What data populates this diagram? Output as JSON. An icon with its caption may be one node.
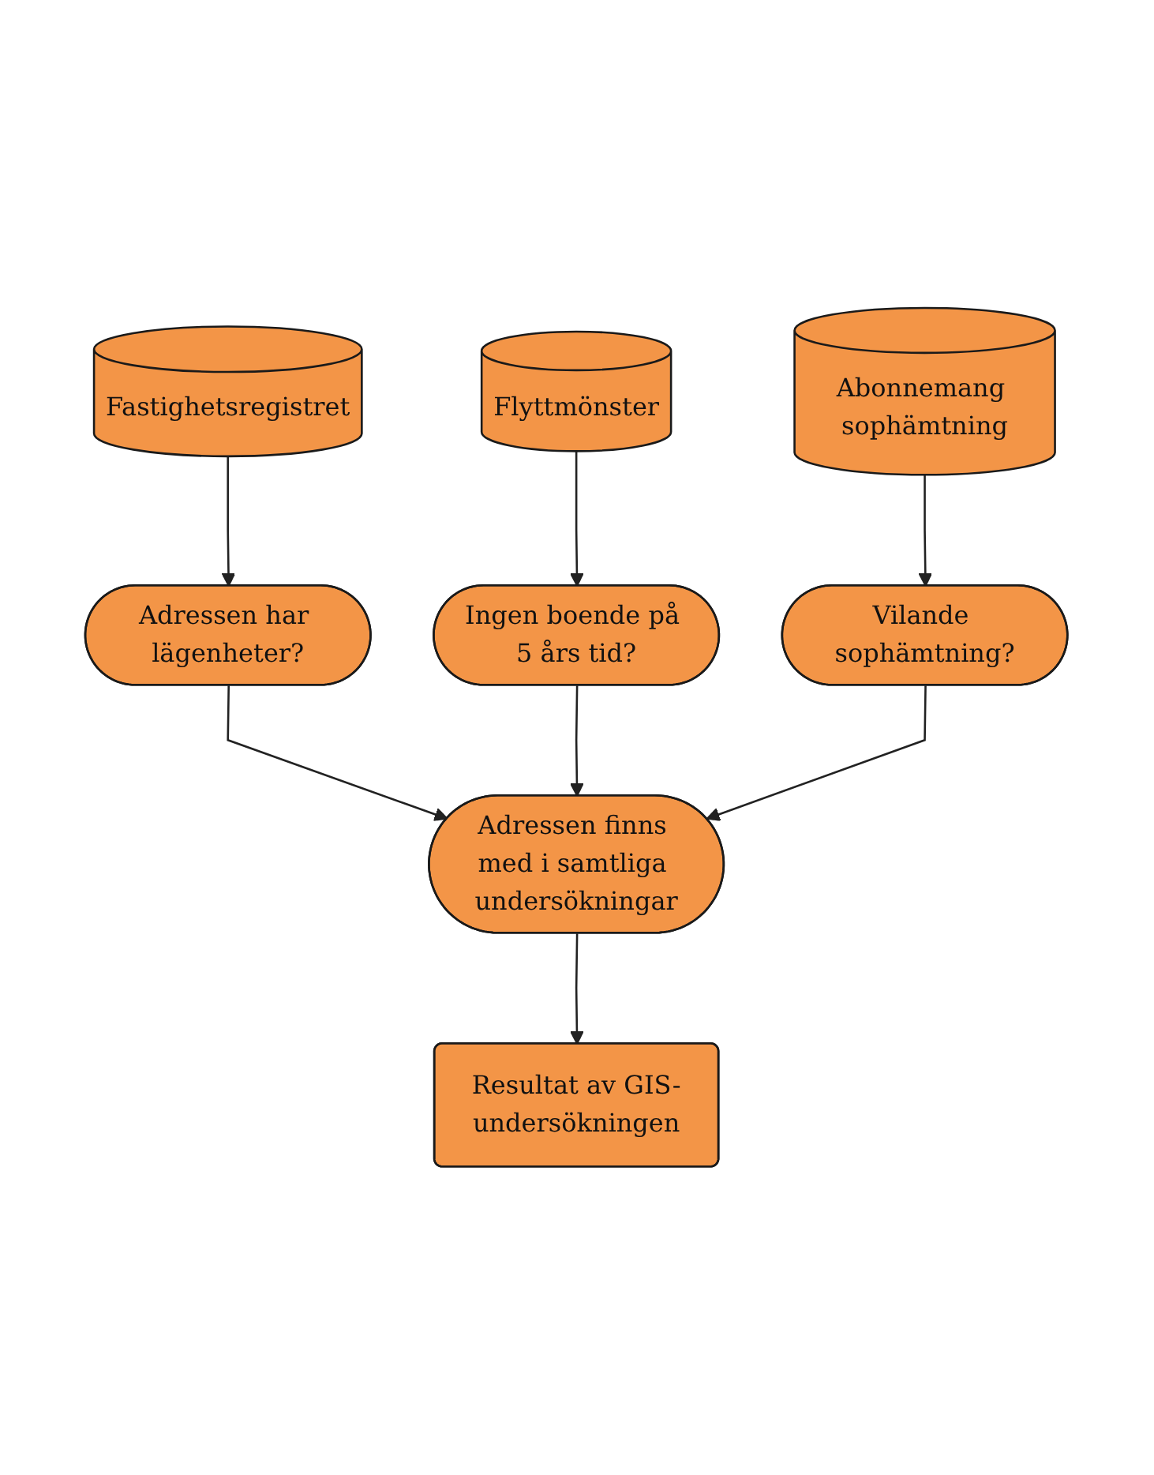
{
  "diagram": {
    "nodes": [
      {
        "text": [
          "Fastighetsregistret"
        ]
      },
      {
        "text": [
          "Flyttmönster"
        ]
      },
      {
        "text": [
          "Abonnemang sophämtning"
        ]
      },
      {
        "text": [
          "Adressen har lägenheter?"
        ]
      },
      {
        "text": [
          "Ingen boende på 5 års tid?"
        ]
      },
      {
        "text": [
          "Vilande sophämtning?"
        ]
      },
      {
        "text": [
          "Adressen finns med i samtliga undersökningar"
        ]
      },
      {
        "text": [
          "Resultat av GIS-undersökningen"
        ]
      }
    ],
    "edges": [
      {
        "from": 0,
        "to": 3,
        "arrow": "to"
      },
      {
        "from": 1,
        "to": 4,
        "arrow": "to"
      },
      {
        "from": 2,
        "to": 5,
        "arrow": "to"
      },
      {
        "from": 3,
        "to": 6,
        "arrow": "to"
      },
      {
        "from": 4,
        "to": 6,
        "arrow": "to"
      },
      {
        "from": 5,
        "to": 6,
        "arrow": "to"
      },
      {
        "from": 6,
        "to": 7,
        "arrow": "to"
      }
    ]
  }
}
